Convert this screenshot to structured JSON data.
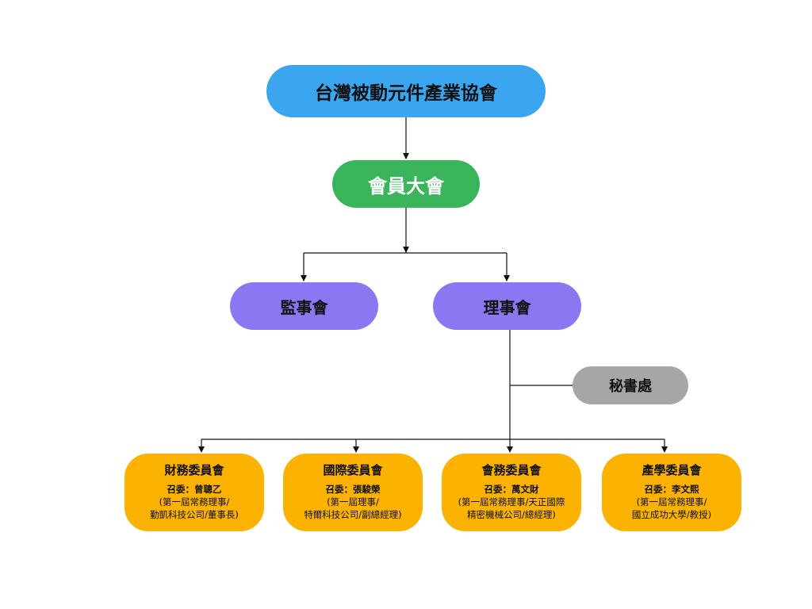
{
  "colors": {
    "root": "#3aa6f0",
    "assembly": "#3bb55c",
    "board": "#8a78f2",
    "secretariat": "#a6a6a6",
    "committee": "#fbb200",
    "connector": "#111111"
  },
  "nodes": {
    "root": "台灣被動元件產業協會",
    "assembly": "會員大會",
    "supervisors": "監事會",
    "directors": "理事會",
    "secretariat": "秘書處"
  },
  "committees": [
    {
      "title": "財務委員會",
      "convener": "召委：曾聰乙",
      "line1": "(第一屆常務理事/",
      "line2": "勤凱科技公司/董事長)"
    },
    {
      "title": "國際委員會",
      "convener": "召委：張駿榮",
      "line1": "(第一屆理事/",
      "line2": "特爾科技公司/副總經理)"
    },
    {
      "title": "會務委員會",
      "convener": "召委：萬文財",
      "line1": "(第一屆常務理事/天正國際",
      "line2": "精密機械公司/總經理)"
    },
    {
      "title": "產學委員會",
      "convener": "召委：李文熙",
      "line1": "(第一屆常務理事/",
      "line2": "國立成功大學/教授)"
    }
  ]
}
